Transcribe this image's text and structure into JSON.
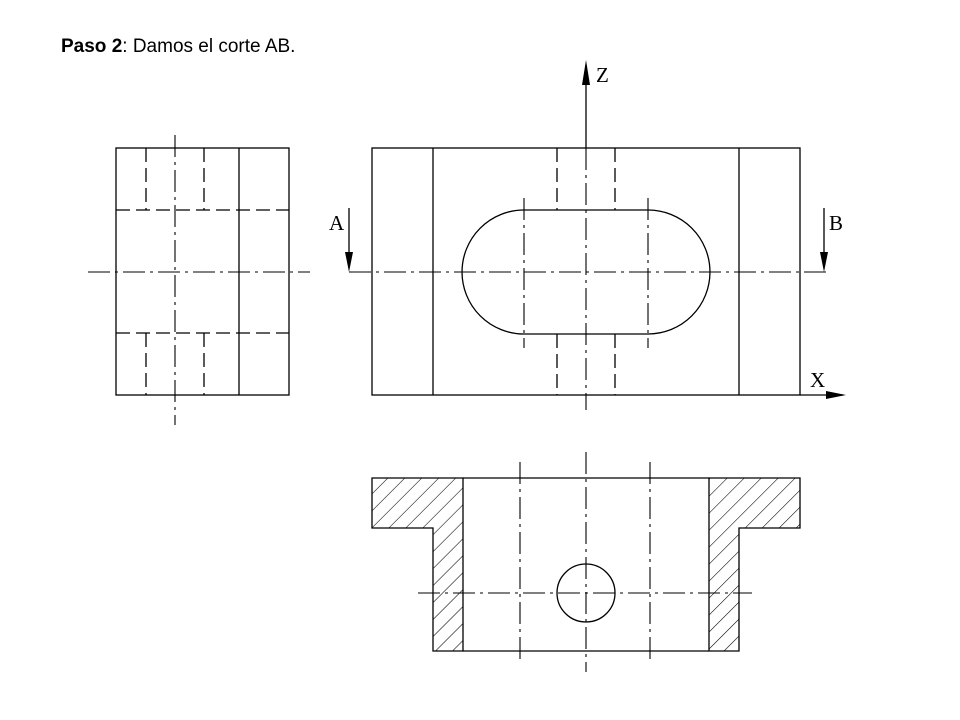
{
  "title": {
    "bold": "Paso 2",
    "rest": ": Damos el corte AB."
  },
  "labels": {
    "axis_z": "Z",
    "axis_x": "X",
    "section_a": "A",
    "section_b": "B"
  },
  "colors": {
    "line": "#000000",
    "background": "#ffffff"
  }
}
